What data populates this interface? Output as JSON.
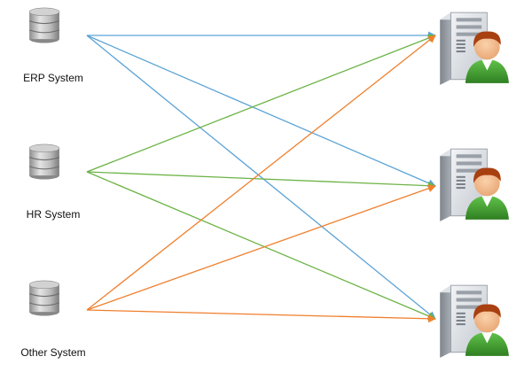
{
  "systems": [
    {
      "label": "ERP System",
      "icon": "database-icon"
    },
    {
      "label": "HR System",
      "icon": "database-icon"
    },
    {
      "label": "Other System",
      "icon": "database-icon"
    }
  ],
  "clients": [
    {
      "icon": "server-user-icon"
    },
    {
      "icon": "server-user-icon"
    },
    {
      "icon": "server-user-icon"
    }
  ],
  "connections": [
    {
      "from": 0,
      "to": 0,
      "color": "#5ba3d6"
    },
    {
      "from": 0,
      "to": 1,
      "color": "#5ba3d6"
    },
    {
      "from": 0,
      "to": 2,
      "color": "#5ba3d6"
    },
    {
      "from": 1,
      "to": 0,
      "color": "#6cb346"
    },
    {
      "from": 1,
      "to": 1,
      "color": "#6cb346"
    },
    {
      "from": 1,
      "to": 2,
      "color": "#6cb346"
    },
    {
      "from": 2,
      "to": 0,
      "color": "#f07f2c"
    },
    {
      "from": 2,
      "to": 1,
      "color": "#f07f2c"
    },
    {
      "from": 2,
      "to": 2,
      "color": "#f07f2c"
    }
  ],
  "colors": {
    "erp": "#5ba3d6",
    "hr": "#6cb346",
    "other": "#f07f2c",
    "database_gray": "#a8a8a8",
    "server_gray": "#b9bec6",
    "user_green": "#3f9b2f",
    "user_hair": "#a8400f"
  }
}
